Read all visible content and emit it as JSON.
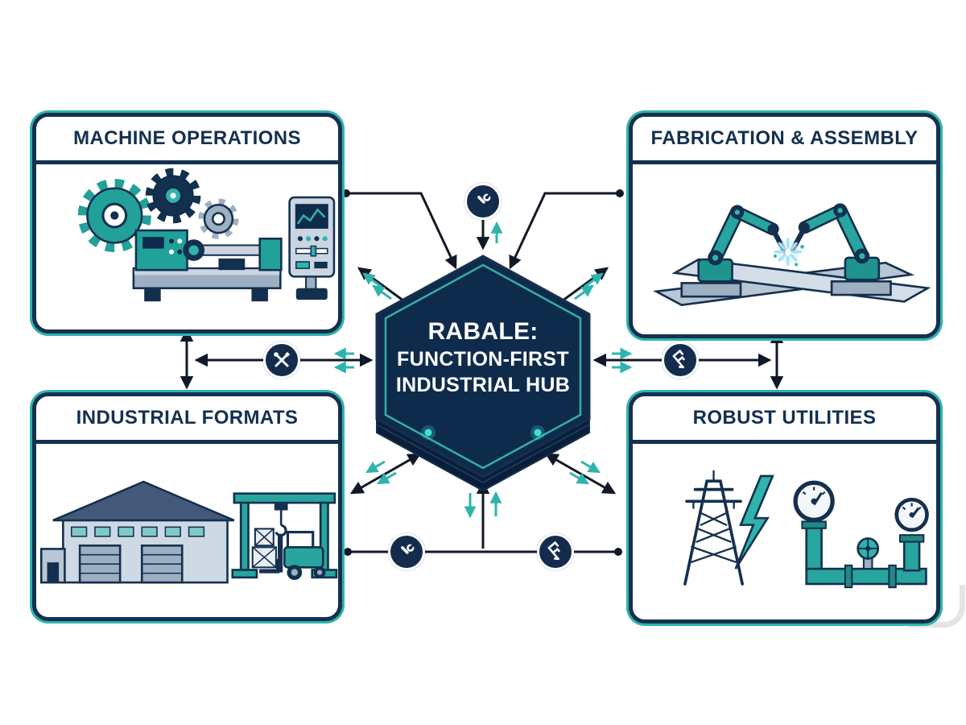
{
  "page": {
    "background": "#ffffff"
  },
  "hub": {
    "line1": "RABALE:",
    "line2": "FUNCTION-FIRST",
    "line3": "INDUSTRIAL HUB",
    "shape": "hexagon",
    "fill": "#0f2b4c",
    "accent": "#2fb3ad"
  },
  "cards": [
    {
      "label": "MACHINE OPERATIONS",
      "illustration": "gears-lathe-and-control-panel",
      "position": "top-left"
    },
    {
      "label": "FABRICATION & ASSEMBLY",
      "illustration": "robotic-arms-welding-steel-beams",
      "position": "top-right"
    },
    {
      "label": "INDUSTRIAL FORMATS",
      "illustration": "warehouse-gantry-crane-forklift",
      "position": "bottom-left"
    },
    {
      "label": "ROBUST UTILITIES",
      "illustration": "power-pylon-lightning-pipes-gauges",
      "position": "bottom-right"
    }
  ],
  "badges": [
    {
      "icon": "wrench-icon",
      "position": "top-center"
    },
    {
      "icon": "crossed-tools-icon",
      "position": "middle-left"
    },
    {
      "icon": "caliper-icon",
      "position": "middle-right"
    },
    {
      "icon": "wrench-icon",
      "position": "bottom-left"
    },
    {
      "icon": "caliper-icon",
      "position": "bottom-right"
    }
  ],
  "colors": {
    "navy": "#14304f",
    "deep_navy": "#0f2b4c",
    "teal": "#2fb3ad",
    "teal_dark": "#1f948e",
    "steel": "#9db0c2",
    "light_gray": "#cfd9e4",
    "connector": "#111827",
    "glow": "#3fe0d6"
  }
}
